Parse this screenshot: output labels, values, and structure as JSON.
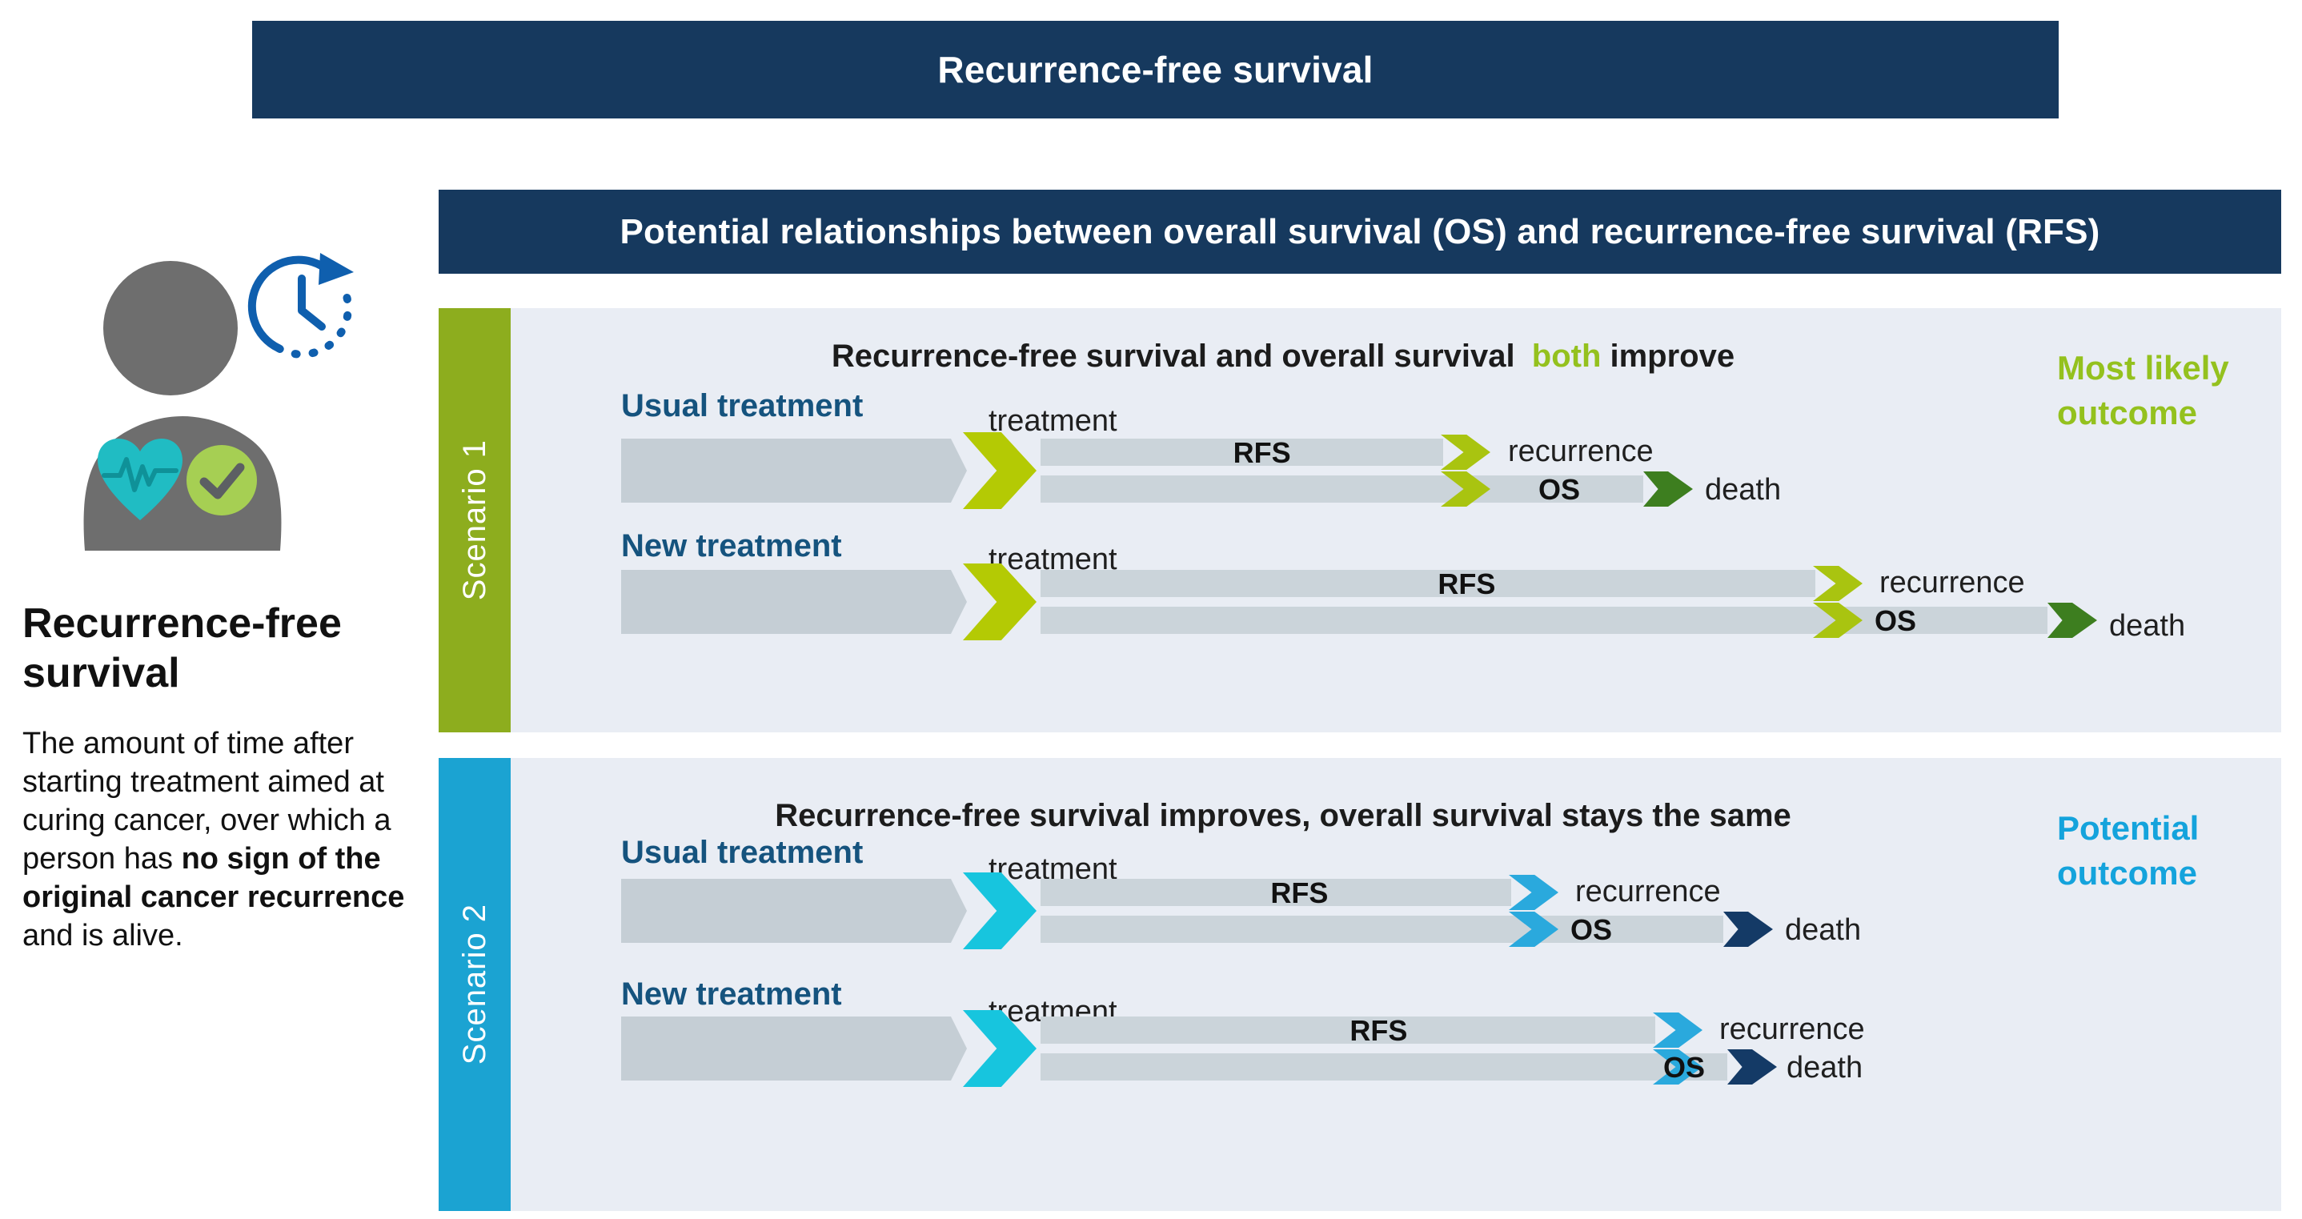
{
  "colors": {
    "navy": "#16395e",
    "panel_bg": "#e9edf4",
    "bar_gray": "#cbd4da",
    "lead_gray": "#c5ced5",
    "text_dark": "#1c1c1c",
    "label_blue": "#15537e",
    "scenario1_sidebar": "#8dad1e",
    "scenario1_chevron": "#b4ca04",
    "scenario1_mid_chevron": "#a9c410",
    "scenario1_death_chevron": "#3d7e1f",
    "scenario1_accent": "#94c11e",
    "scenario2_sidebar": "#1ba3d2",
    "scenario2_chevron": "#17c5de",
    "scenario2_mid_chevron": "#2aa9dd",
    "scenario2_death_chevron": "#143a66",
    "scenario2_accent": "#14a3dc",
    "icon_gray": "#6e6e6e",
    "icon_teal": "#20bcc3",
    "icon_teal_dark": "#0f9198",
    "icon_check_green": "#a6cf53",
    "icon_check_mark": "#5c5f63",
    "icon_clock_blue": "#0f5fae"
  },
  "header": {
    "title": "Recurrence-free survival"
  },
  "subheader": {
    "title": "Potential relationships between overall survival (OS) and recurrence-free survival (RFS)"
  },
  "left_panel": {
    "icon": "patient-with-heartbeat-check-and-clock",
    "title": "Recurrence-free survival",
    "description_before": "The amount of time after starting treatment aimed at curing cancer, over which a person has ",
    "description_bold": "no sign of the original cancer recurrence",
    "description_after": " and is alive."
  },
  "scenarios": [
    {
      "sidebar_label": "Scenario 1",
      "title_before": "Recurrence-free survival and overall survival ",
      "title_highlight": "both",
      "title_after": " improve",
      "outcome_label": "Most likely outcome",
      "rows": [
        {
          "label": "Usual treatment",
          "treatment_label": "treatment",
          "rfs_label": "RFS",
          "os_label": "OS",
          "recurrence_label": "recurrence",
          "death_label": "death"
        },
        {
          "label": "New treatment",
          "treatment_label": "treatment",
          "rfs_label": "RFS",
          "os_label": "OS",
          "recurrence_label": "recurrence",
          "death_label": "death"
        }
      ]
    },
    {
      "sidebar_label": "Scenario 2",
      "title_before": "Recurrence-free survival improves, overall survival stays the same",
      "title_highlight": "",
      "title_after": "",
      "outcome_label": "Potential outcome",
      "rows": [
        {
          "label": "Usual treatment",
          "treatment_label": "treatment",
          "rfs_label": "RFS",
          "os_label": "OS",
          "recurrence_label": "recurrence",
          "death_label": "death"
        },
        {
          "label": "New treatment",
          "treatment_label": "treatment",
          "rfs_label": "RFS",
          "os_label": "OS",
          "recurrence_label": "recurrence",
          "death_label": "death"
        }
      ]
    }
  ]
}
